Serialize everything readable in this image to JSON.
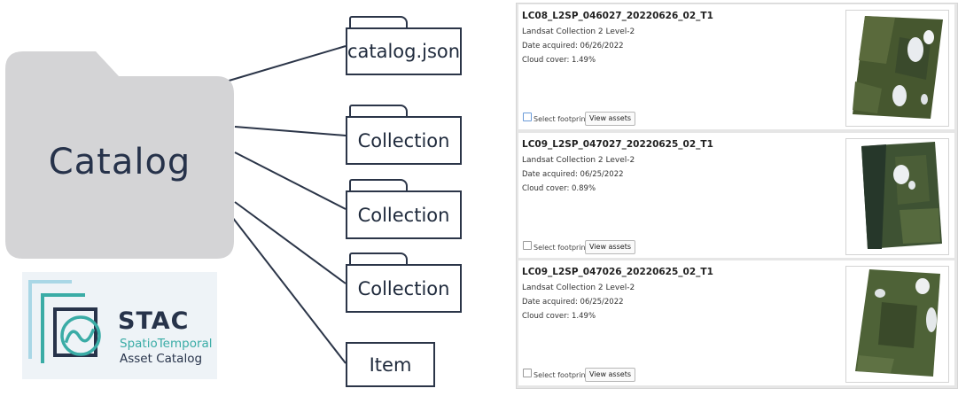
{
  "diagram": {
    "root_label": "Catalog",
    "children": [
      {
        "label": "catalog.json"
      },
      {
        "label": "Collection"
      },
      {
        "label": "Collection"
      },
      {
        "label": "Collection"
      },
      {
        "label": "Item"
      }
    ]
  },
  "logo": {
    "title": "STAC",
    "subtitle_line1": "SpatioTemporal",
    "subtitle_line2": "Asset Catalog"
  },
  "results": [
    {
      "id": "LC08_L2SP_046027_20220626_02_T1",
      "collection": "Landsat Collection 2 Level-2",
      "date": "Date acquired:  06/26/2022",
      "cloud": "Cloud cover: 1.49%",
      "select_label": "Select footprint",
      "button_label": "View assets"
    },
    {
      "id": "LC09_L2SP_047027_20220625_02_T1",
      "collection": "Landsat Collection 2 Level-2",
      "date": "Date acquired:  06/25/2022",
      "cloud": "Cloud cover: 0.89%",
      "select_label": "Select footprint",
      "button_label": "View assets"
    },
    {
      "id": "LC09_L2SP_047026_20220625_02_T1",
      "collection": "Landsat Collection 2 Level-2",
      "date": "Date acquired:  06/25/2022",
      "cloud": "Cloud cover: 1.49%",
      "select_label": "Select footprint",
      "button_label": "View assets"
    }
  ],
  "colors": {
    "folder_gray": "#d4d4d6",
    "ink": "#27334a",
    "teal": "#3aaca6",
    "logo_light": "#a9d7e6"
  }
}
